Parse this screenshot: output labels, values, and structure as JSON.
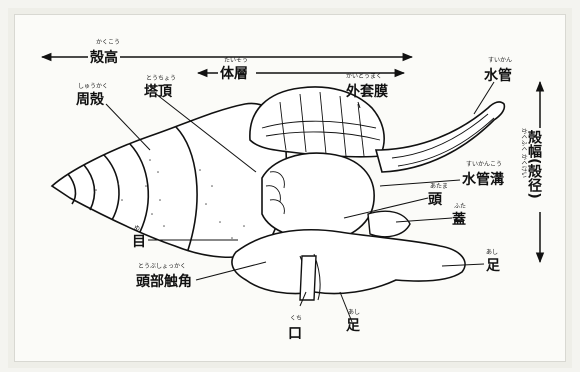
{
  "labels": {
    "shell_length": "殻高",
    "body_whorl": "体層",
    "outer_lip": "外套膜",
    "siphon": "水管",
    "whorl": "周殻",
    "spire": "塔頂",
    "siphonal_canal": "水管溝",
    "eye": "目",
    "head": "頭",
    "tentacle": "頭部触角",
    "mouth": "口",
    "foot": "足",
    "operculum": "蓋",
    "shell_width": "殻幅(殻径)"
  },
  "ruby": {
    "shell_length": "かくこう",
    "body_whorl": "たいそう",
    "outer_lip": "がいとうまく",
    "siphon": "すいかん",
    "whorl": "しゅうかく",
    "spire": "とうちょう",
    "siphonal_canal": "すいかんこう",
    "eye": "め",
    "head": "あたま",
    "tentacle": "とうぶしょっかく",
    "mouth": "くち",
    "foot": "あし",
    "operculum": "ふた",
    "shell_width": "かくふく かくけい"
  },
  "colors": {
    "ink": "#111111",
    "paper": "#fbfbf8",
    "shell_fill": "#ffffff"
  }
}
